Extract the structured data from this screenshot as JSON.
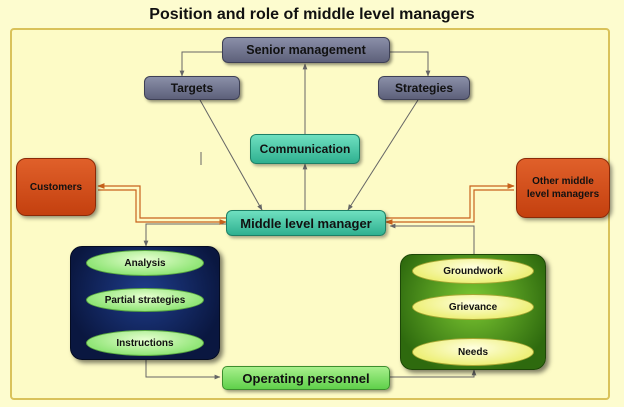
{
  "title": "Position and role of middle level managers",
  "nodes": {
    "senior_management": "Senior management",
    "targets": "Targets",
    "strategies": "Strategies",
    "communication": "Communication",
    "customers": "Customers",
    "other_managers": "Other middle level managers",
    "middle_manager": "Middle level manager",
    "operating_personnel": "Operating personnel"
  },
  "left_panel": [
    "Analysis",
    "Partial strategies",
    "Instructions"
  ],
  "right_panel": [
    "Groundwork",
    "Grievance",
    "Needs"
  ],
  "colors": {
    "background": "#fdfccf",
    "grey_box": "#6b6e88",
    "teal_box": "#45c8a5",
    "orange_box": "#d2501c",
    "green_box": "#7ee060",
    "left_panel": "#0f2258",
    "right_panel": "#4a8f1c",
    "arrow": "#666666",
    "arrow_orange": "#c8621c"
  }
}
